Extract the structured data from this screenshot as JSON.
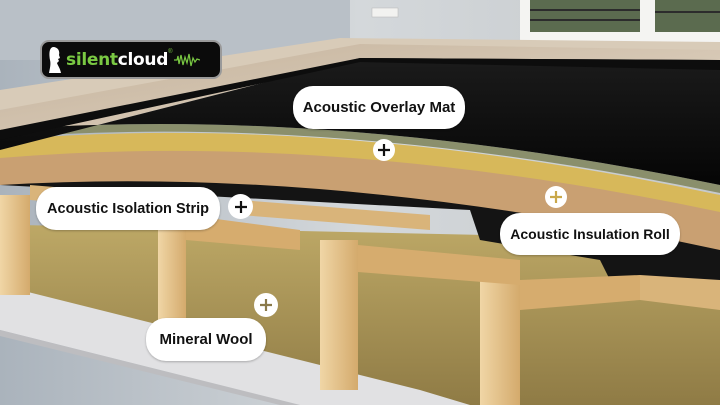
{
  "brand": {
    "name_part1": "silent",
    "name_part2": "cloud",
    "registered_mark": "®",
    "colors": {
      "green": "#7ac943",
      "white": "#ffffff",
      "background": "#0b0b0b"
    }
  },
  "labels": [
    {
      "id": "acoustic-overlay-mat",
      "text": "Acoustic Overlay Mat",
      "icon": "plus-icon"
    },
    {
      "id": "acoustic-isolation-strip",
      "text": "Acoustic Isolation Strip",
      "icon": "plus-icon"
    },
    {
      "id": "acoustic-insulation-roll",
      "text": "Acoustic Insulation Roll",
      "icon": "plus-icon"
    },
    {
      "id": "mineral-wool",
      "text": "Mineral Wool",
      "icon": "plus-icon"
    }
  ],
  "colors": {
    "overlay_mat": "#0d0d0d",
    "insulation_roll": "#d7b85a",
    "board": "#c9a072",
    "timber": "#e2c08a",
    "mineral_wool": "#b59f5e",
    "ceiling": "#e1e1e3",
    "wall": "#c9ced3",
    "floor": "#cbb79d"
  }
}
